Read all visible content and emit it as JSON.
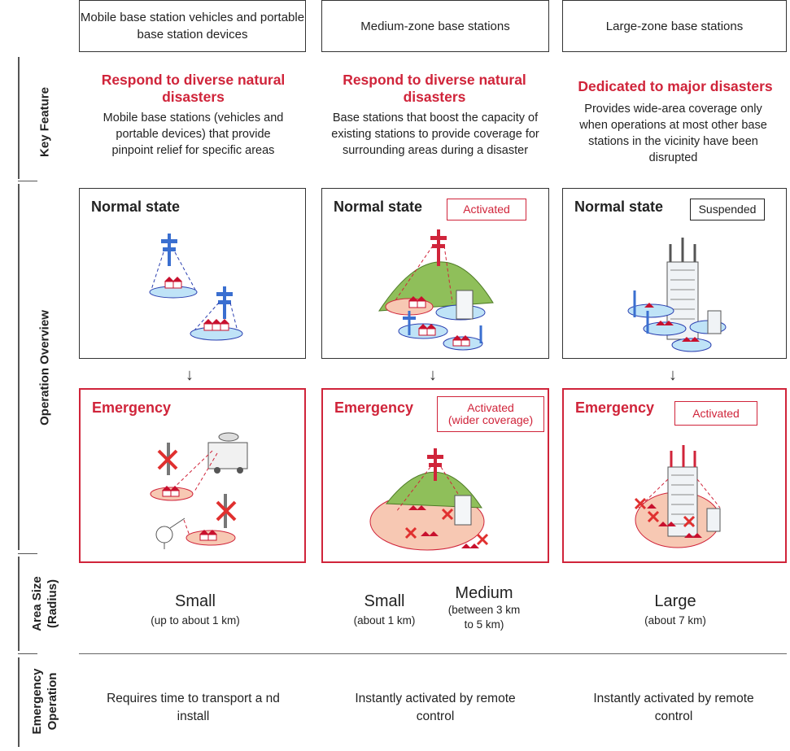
{
  "columns": [
    {
      "header": "Mobile base station vehicles and portable base station devices",
      "feature_title": "Respond to diverse natural disasters",
      "feature_desc": "Mobile base stations (vehicles and portable devices) that provide pinpoint relief for specific areas",
      "normal_title": "Normal state",
      "emergency_title": "Emergency",
      "area_big": "Small",
      "area_small": "(up to about 1 km)",
      "operation": "Requires time to transport a nd install"
    },
    {
      "header": "Medium-zone base stations",
      "feature_title": "Respond to diverse natural disasters",
      "feature_desc": "Base stations that boost the capacity of existing stations to provide coverage for surrounding areas during a disaster",
      "normal_title": "Normal state",
      "normal_tag": "Activated",
      "emergency_title": "Emergency",
      "emergency_tag_line1": "Activated",
      "emergency_tag_line2": "(wider coverage)",
      "area_big": "Small",
      "area_small": "(about 1 km)",
      "area_big2": "Medium",
      "area_small2_line1": "(between 3 km",
      "area_small2_line2": "to 5 km)",
      "operation": "Instantly activated by remote control"
    },
    {
      "header": "Large-zone base stations",
      "feature_title": "Dedicated to major disasters",
      "feature_desc": "Provides wide-area coverage only when operations at most other base stations in the vicinity have been disrupted",
      "normal_title": "Normal state",
      "normal_tag": "Suspended",
      "emergency_title": "Emergency",
      "emergency_tag": "Activated",
      "area_big": "Large",
      "area_small": "(about 7 km)",
      "operation": "Instantly activated by remote control"
    }
  ],
  "row_labels": {
    "key_feature": "Key Feature",
    "operation_overview": "Operation Overview",
    "area_size_line1": "Area Size",
    "area_size_line2": "(Radius)",
    "emergency_operation_line1": "Emergency",
    "emergency_operation_line2": "Operation"
  },
  "arrow_glyph": "↓",
  "colors": {
    "accent_red": "#d0243a",
    "ellipse_blue": "#bfe3f7",
    "ellipse_salmon": "#f7c8b3",
    "hill_green": "#8fbf5a",
    "tower_blue": "#3a6fd0"
  }
}
